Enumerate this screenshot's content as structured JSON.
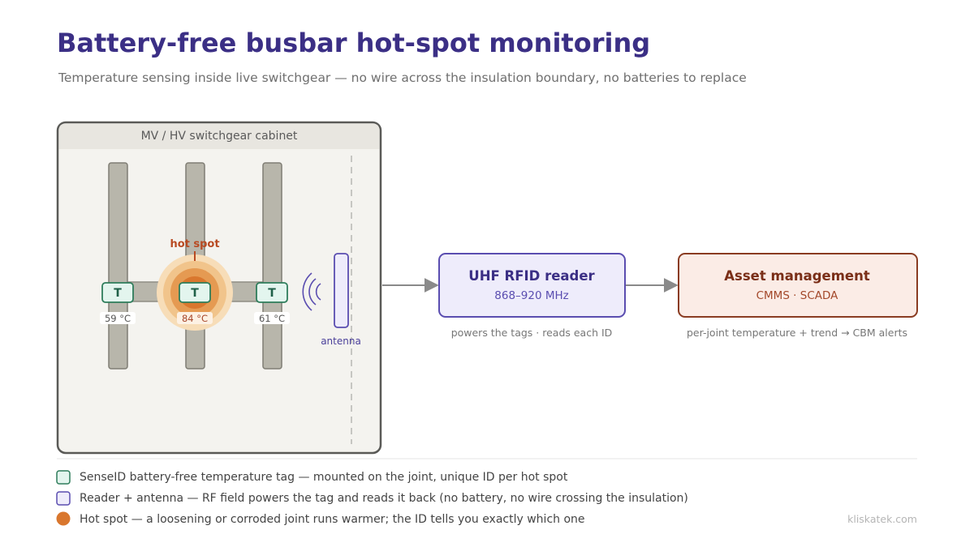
{
  "header": {
    "title": "Battery-free busbar hot-spot monitoring",
    "subtitle": "Temperature sensing inside live switchgear — no wire across the insulation boundary, no batteries to replace"
  },
  "cabinet": {
    "label": "MV / HV switchgear cabinet",
    "tags": [
      {
        "letter": "T",
        "temp": "59 °C"
      },
      {
        "letter": "T",
        "temp": "84 °C"
      },
      {
        "letter": "T",
        "temp": "61 °C"
      }
    ],
    "hotspot_label": "hot spot",
    "antenna_label": "antenna"
  },
  "reader": {
    "title": "UHF RFID reader",
    "freq": "868–920 MHz",
    "caption": "powers the tags · reads each ID"
  },
  "asset": {
    "title": "Asset management",
    "systems": "CMMS · SCADA",
    "caption": "per-joint temperature + trend → CBM alerts"
  },
  "legend": [
    {
      "text": "SenseID battery-free temperature tag — mounted on the joint, unique ID per hot spot"
    },
    {
      "text": "Reader + antenna — RF field powers the tag and reads it back (no battery, no wire crossing the insulation)"
    },
    {
      "text": "Hot spot — a loosening or corroded joint runs warmer; the ID tells you exactly which one"
    }
  ],
  "footer": {
    "credit": "kliskatek.com"
  },
  "colors": {
    "title": "#3b2f85",
    "tag_fill": "#e3f5ee",
    "tag_stroke": "#2e7d5b",
    "reader_fill": "#eeecfb",
    "reader_stroke": "#5a4db0",
    "asset_fill": "#fbece6",
    "asset_stroke": "#8a3c22",
    "hotspot": "#d9772e"
  }
}
